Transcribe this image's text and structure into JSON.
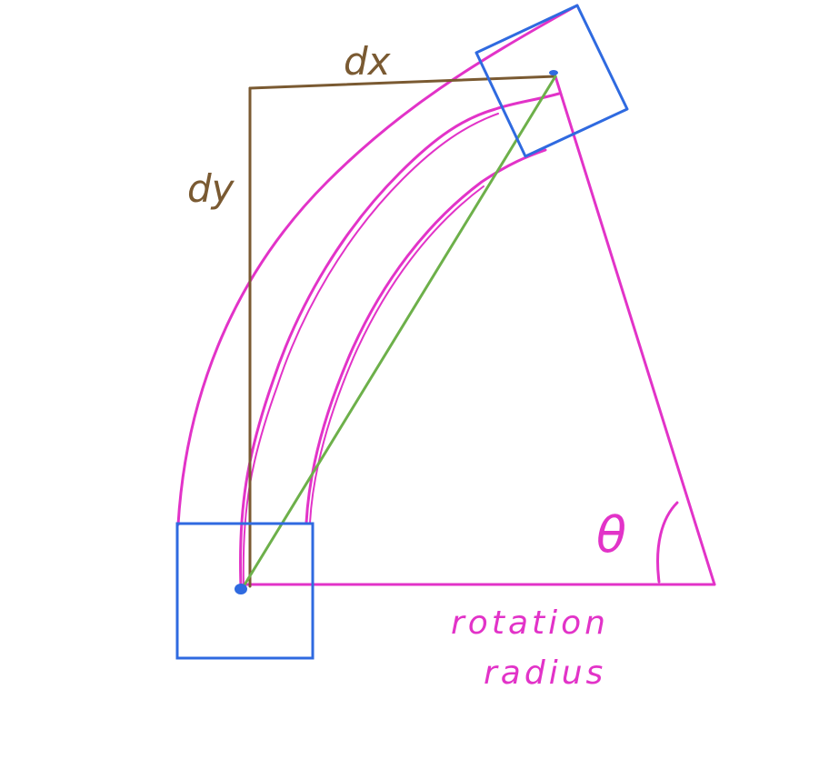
{
  "labels": {
    "dx": "dx",
    "dy": "dy",
    "theta": "θ",
    "rotation_line1": "rotation",
    "rotation_line2": "radius"
  },
  "colors": {
    "magenta": "#e233c8",
    "blue": "#2f6ae0",
    "brown": "#7a5a32",
    "green": "#6db04a",
    "background": "#ffffff"
  }
}
